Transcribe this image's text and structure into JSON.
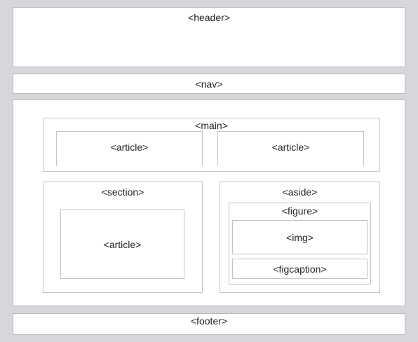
{
  "blocks": {
    "header": "<header>",
    "nav": "<nav>",
    "main": "<main>",
    "article_left": "<article>",
    "article_right": "<article>",
    "section": "<section>",
    "section_article": "<article>",
    "aside": "<aside>",
    "figure": "<figure>",
    "img": "<img>",
    "figcaption": "<figcaption>",
    "footer": "<footer>"
  }
}
